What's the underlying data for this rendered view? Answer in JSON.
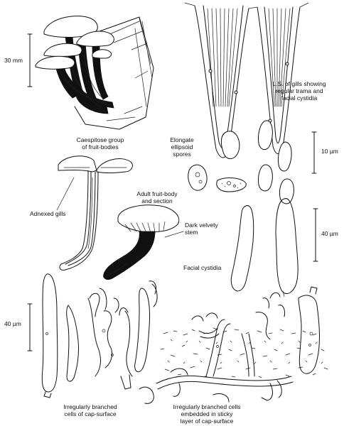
{
  "labels": {
    "gills_ls": [
      "L.S. of gills showing",
      "regular trama and",
      "facial cystidia"
    ],
    "caespitose": [
      "Caespitose group",
      "of fruit-bodies"
    ],
    "spores": [
      "Elongate",
      "ellipsoid",
      "spores"
    ],
    "adnexed": "Adnexed gills",
    "adult": [
      "Adult fruit-body",
      "and section"
    ],
    "velvety": [
      "Dark velvety",
      "stem"
    ],
    "facial": "Facial cystidia",
    "branched": [
      "Irregularly branched",
      "cells of cap-surface"
    ],
    "embedded": [
      "Irregularly branched cells",
      "embedded in sticky",
      "layer of cap-surface"
    ]
  },
  "scales": {
    "fruit_bodies": "30 mm",
    "spores": "10 µm",
    "cystidia": "40 µm",
    "cap_cells": "40 µm"
  }
}
